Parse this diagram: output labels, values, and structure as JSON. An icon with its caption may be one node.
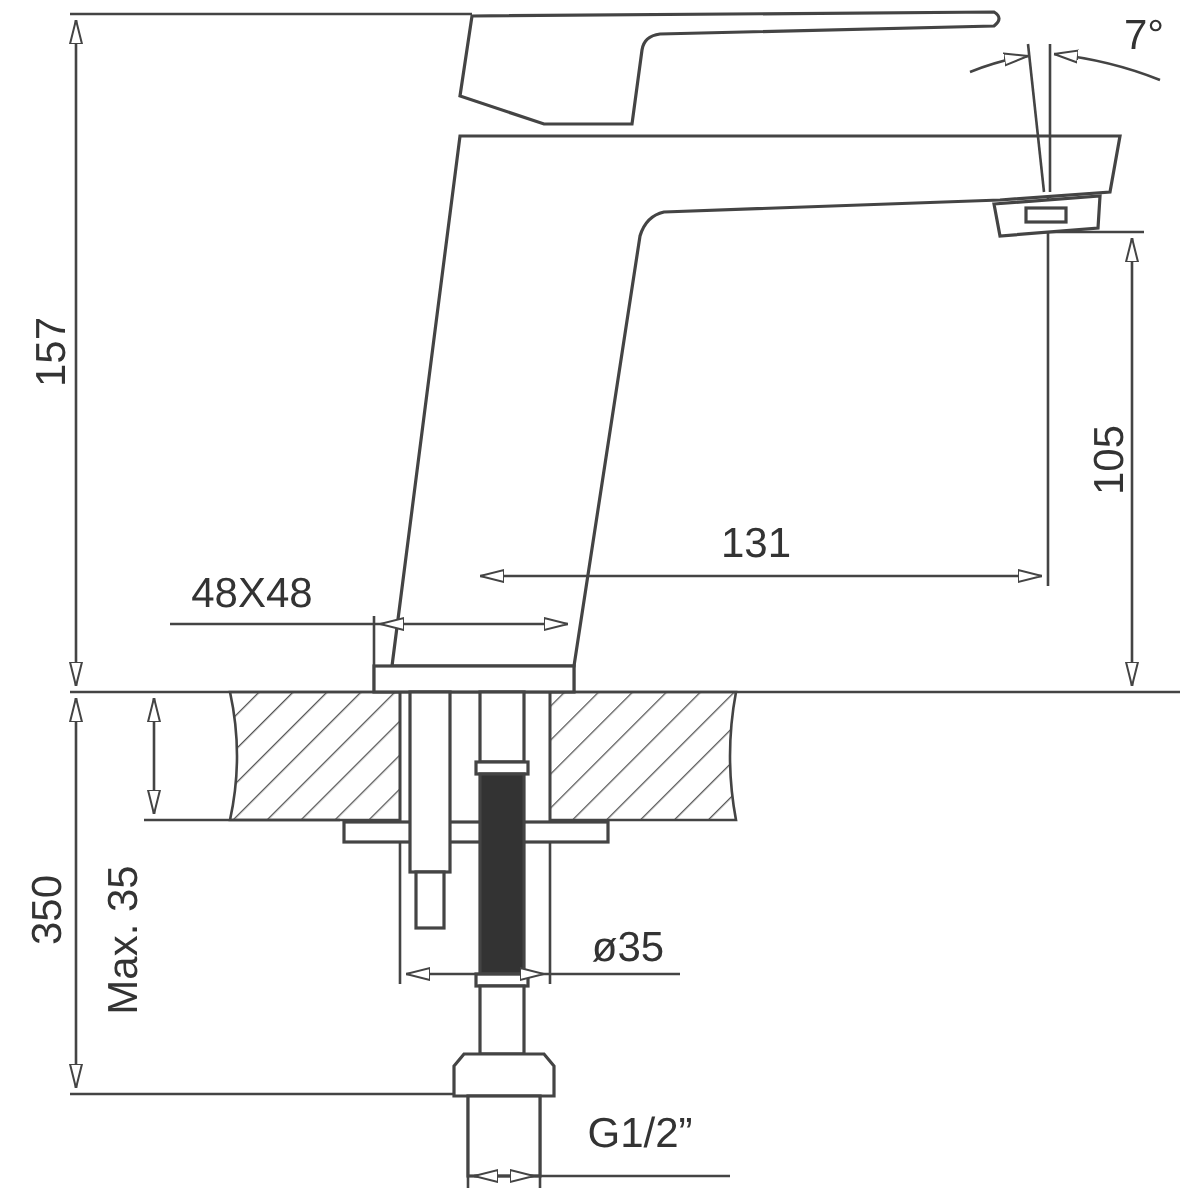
{
  "diagram": {
    "labels": [
      "157",
      "7°",
      "105",
      "131",
      "48X48",
      "350",
      "Max. 35",
      "ø35",
      "G1/2”"
    ]
  }
}
